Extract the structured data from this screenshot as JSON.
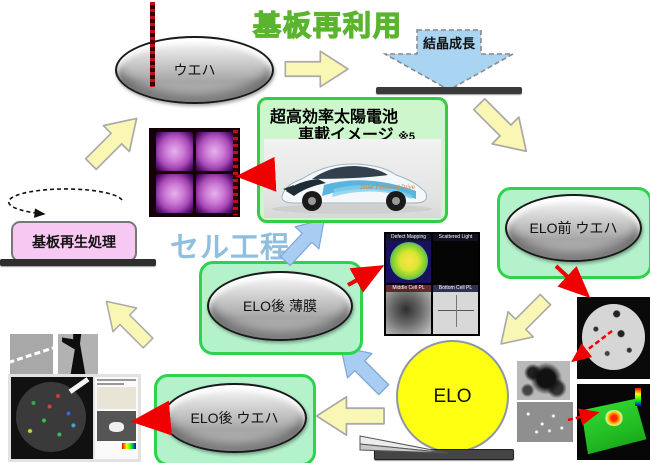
{
  "titles": {
    "substrate_reuse": "基板再利用",
    "cell_process": "セル工程"
  },
  "nodes": {
    "wafer": "ウエハ",
    "crystal_growth": "結晶成長",
    "substrate_regen": "基板再生処理",
    "elo_pre_wafer": "ELO前 ウエハ",
    "elo_post_film": "ELO後 薄膜",
    "elo_post_wafer": "ELO後 ウエハ",
    "elo": "ELO"
  },
  "car_box": {
    "title_line1": "超高効率太陽電池",
    "title_line2": "車載イメージ",
    "note": "※5",
    "car_decal": "Solar Powered Drive"
  },
  "defect_panel": {
    "labels": [
      "Defect Mapping",
      "Scattered Light",
      "Middle Cell PL",
      "Bottom Cell PL"
    ]
  },
  "colors": {
    "arrow_yellow": "#FAF7B4",
    "arrow_blue": "#A9CCF2",
    "green_box_border": "#2FD24F",
    "green_box_fill": "#B4F2CC",
    "pink_fill": "#F6C8F2",
    "elo_yellow": "#FFFF12",
    "title_yellow": "#EDEC7E",
    "title_green_outline": "#5AB42D",
    "cell_process_blue": "#8FBEDF",
    "red_arrow": "#FF0000"
  }
}
